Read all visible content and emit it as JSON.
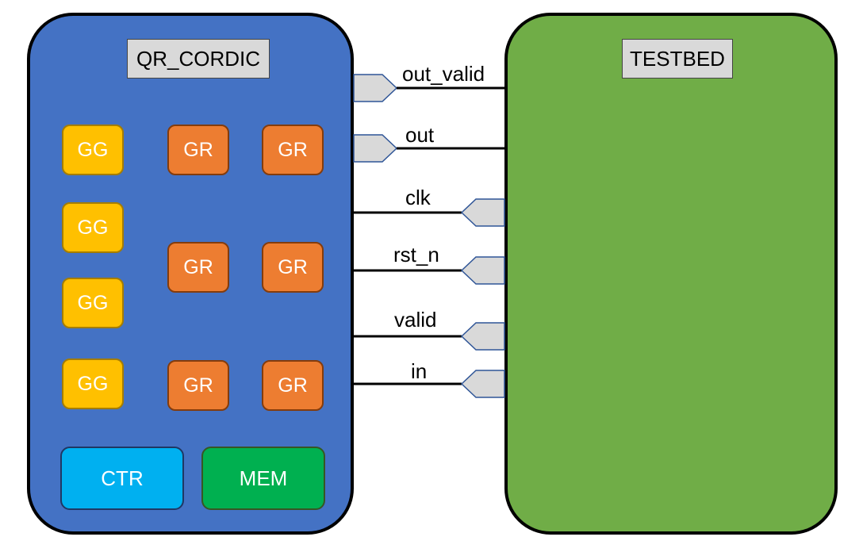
{
  "qr_block": {
    "title": "QR_CORDIC"
  },
  "testbed_block": {
    "title": "TESTBED"
  },
  "gg_units": [
    {
      "label": "GG"
    },
    {
      "label": "GG"
    },
    {
      "label": "GG"
    },
    {
      "label": "GG"
    }
  ],
  "gr_units": [
    {
      "label": "GR"
    },
    {
      "label": "GR"
    },
    {
      "label": "GR"
    },
    {
      "label": "GR"
    },
    {
      "label": "GR"
    },
    {
      "label": "GR"
    }
  ],
  "ctr": {
    "label": "CTR"
  },
  "mem": {
    "label": "MEM"
  },
  "signals": {
    "out_valid": "out_valid",
    "out": "out",
    "clk": "clk",
    "rst_n": "rst_n",
    "valid": "valid",
    "in": "in"
  },
  "colors": {
    "qr_fill": "#4472c4",
    "testbed_fill": "#70ad47",
    "gg_fill": "#ffc000",
    "gr_fill": "#ed7d31",
    "ctr_fill": "#00b0f0",
    "mem_fill": "#00b050",
    "port_fill": "#d9d9d9"
  }
}
